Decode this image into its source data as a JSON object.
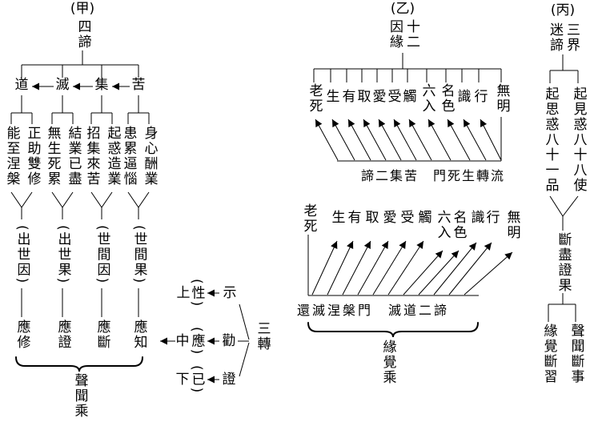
{
  "colors": {
    "ink": "#000000",
    "background": "#ffffff"
  },
  "jia": {
    "label": "(甲)",
    "title": "四諦",
    "truths": [
      "道",
      "滅",
      "集",
      "苦"
    ],
    "descriptions": [
      "能至涅槃",
      "正助雙修",
      "無生死累",
      "結業已盡",
      "招集來苦",
      "起惑造業",
      "患累逼惱",
      "身心酬業"
    ],
    "natures": [
      "(出世因)",
      "(出世果)",
      "(世間因)",
      "(世間果)"
    ],
    "duties": [
      "應修",
      "應證",
      "應斷",
      "應知"
    ],
    "vehicle": "聲聞乘"
  },
  "turnings": {
    "grades": [
      "上",
      "中",
      "下"
    ],
    "aspects": [
      "(性)",
      "(應)",
      "(已)"
    ],
    "acts": [
      "示",
      "勸",
      "證"
    ],
    "title": "三轉"
  },
  "yi": {
    "label": "(乙)",
    "title": "十二因緣",
    "links": [
      "老死",
      "生",
      "有",
      "取",
      "愛",
      "受",
      "觸",
      "六入",
      "名色",
      "識",
      "行",
      "無明"
    ],
    "flow_caption": "諦二集苦　門死生轉流",
    "return_caption": "還滅涅槃門　滅道二諦",
    "vehicle": "緣覺乘"
  },
  "bing": {
    "label": "(丙)",
    "title": "三界迷諦",
    "branches": [
      "起思惑八十一品",
      "起見惑八十八使"
    ],
    "attainment": "斷盡證果",
    "outcomes": [
      "緣覺斷習",
      "聲聞斷事"
    ]
  }
}
